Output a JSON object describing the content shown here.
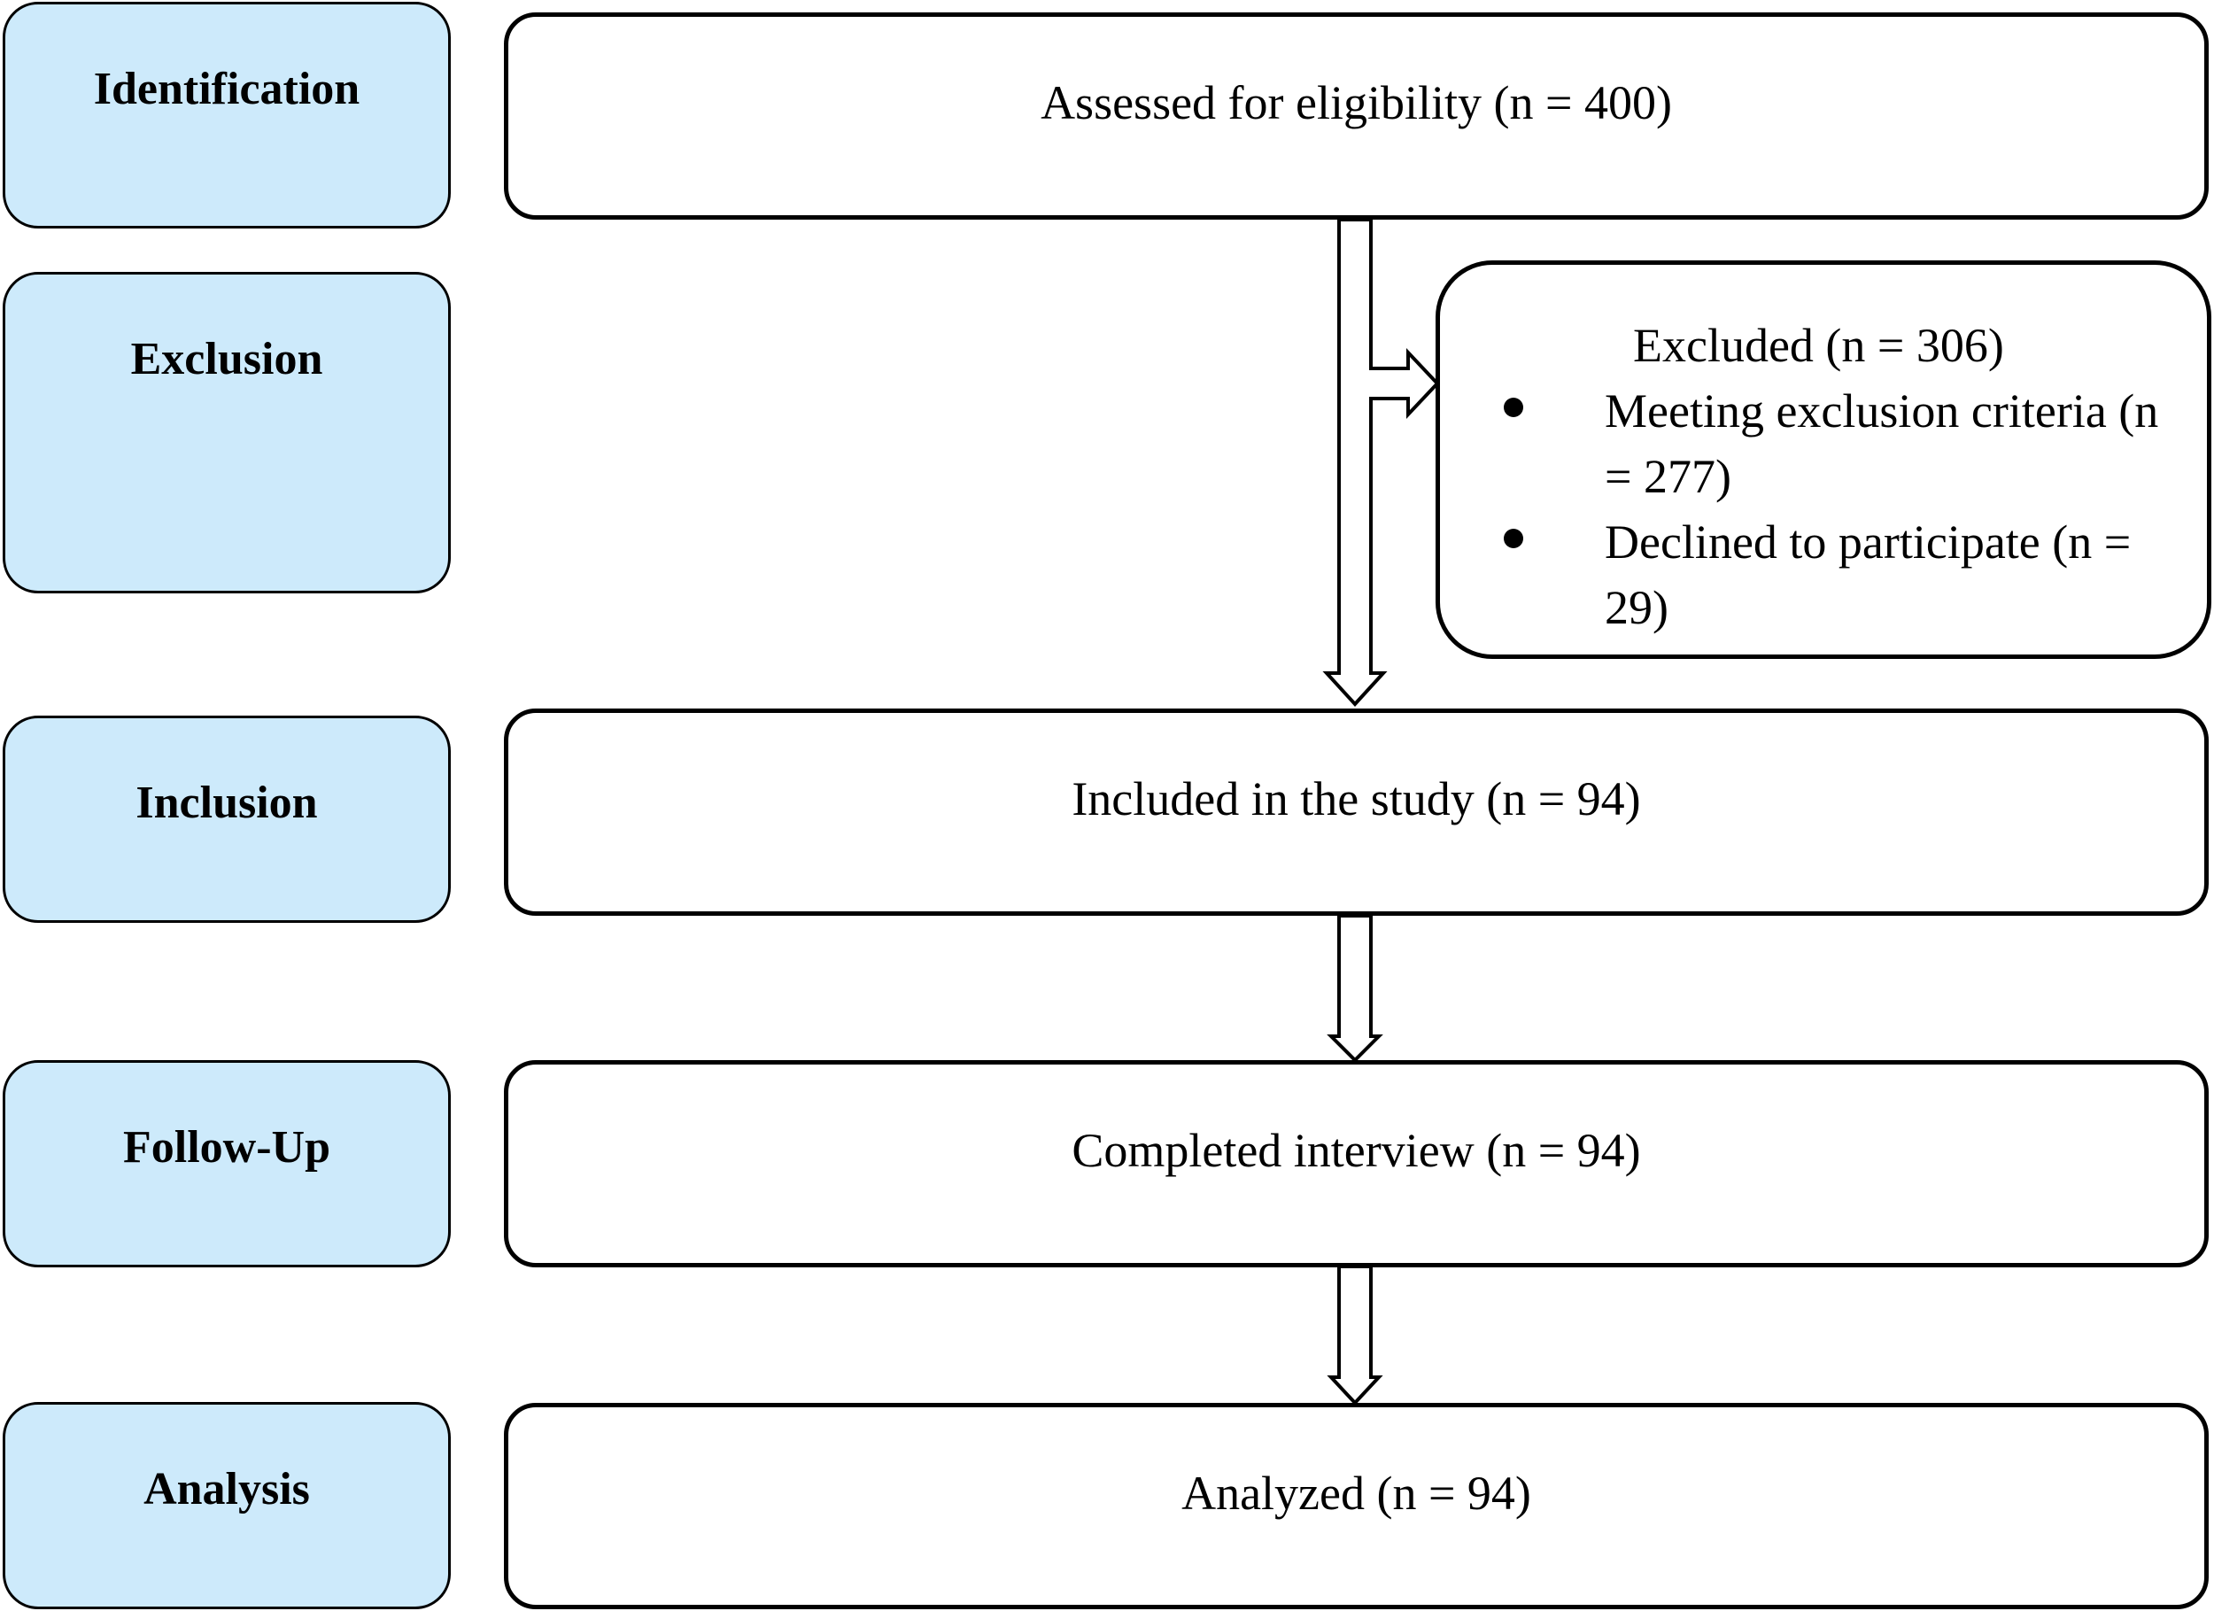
{
  "stages": [
    {
      "key": "identification",
      "label": "Identification"
    },
    {
      "key": "exclusion",
      "label": "Exclusion"
    },
    {
      "key": "inclusion",
      "label": "Inclusion"
    },
    {
      "key": "follow_up",
      "label": "Follow-Up"
    },
    {
      "key": "analysis",
      "label": "Analysis"
    }
  ],
  "boxes": {
    "assessed": "Assessed for eligibility (n = 400)",
    "included": "Included in the study (n = 94)",
    "completed": "Completed interview (n = 94)",
    "analyzed": "Analyzed (n = 94)"
  },
  "excluded": {
    "title": "Excluded (n = 306)",
    "items": [
      "Meeting exclusion criteria (n = 277)",
      "Declined to participate (n = 29)"
    ]
  },
  "colors": {
    "stage_fill": "#cdeafb",
    "border": "#000000",
    "box_fill": "#ffffff"
  }
}
